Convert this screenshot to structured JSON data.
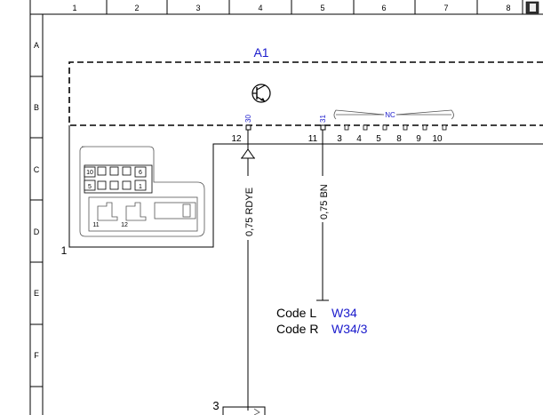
{
  "grid": {
    "columns": [
      "1",
      "2",
      "3",
      "4",
      "5",
      "6",
      "7",
      "8"
    ],
    "rows": [
      "A",
      "B",
      "C",
      "D",
      "E",
      "F"
    ]
  },
  "module": {
    "name": "A1",
    "pin_labels": [
      "30",
      "31"
    ],
    "nc_label": "NC",
    "pins": [
      "12",
      "11",
      "3",
      "4",
      "5",
      "8",
      "9",
      "10"
    ]
  },
  "connector": {
    "ref": "1",
    "cells_top": [
      "10",
      "6"
    ],
    "cells_bottom": [
      "5",
      "1"
    ],
    "sub_labels": [
      "11",
      "12"
    ]
  },
  "wires": {
    "left": "0,75 RDYE",
    "right": "0,75 BN"
  },
  "codes": [
    {
      "label": "Code L",
      "value": "W34"
    },
    {
      "label": "Code R",
      "value": "W34/3"
    }
  ],
  "bottom": {
    "ref": "3"
  },
  "colors": {
    "accent": "#1a1acc",
    "line": "#000000"
  }
}
